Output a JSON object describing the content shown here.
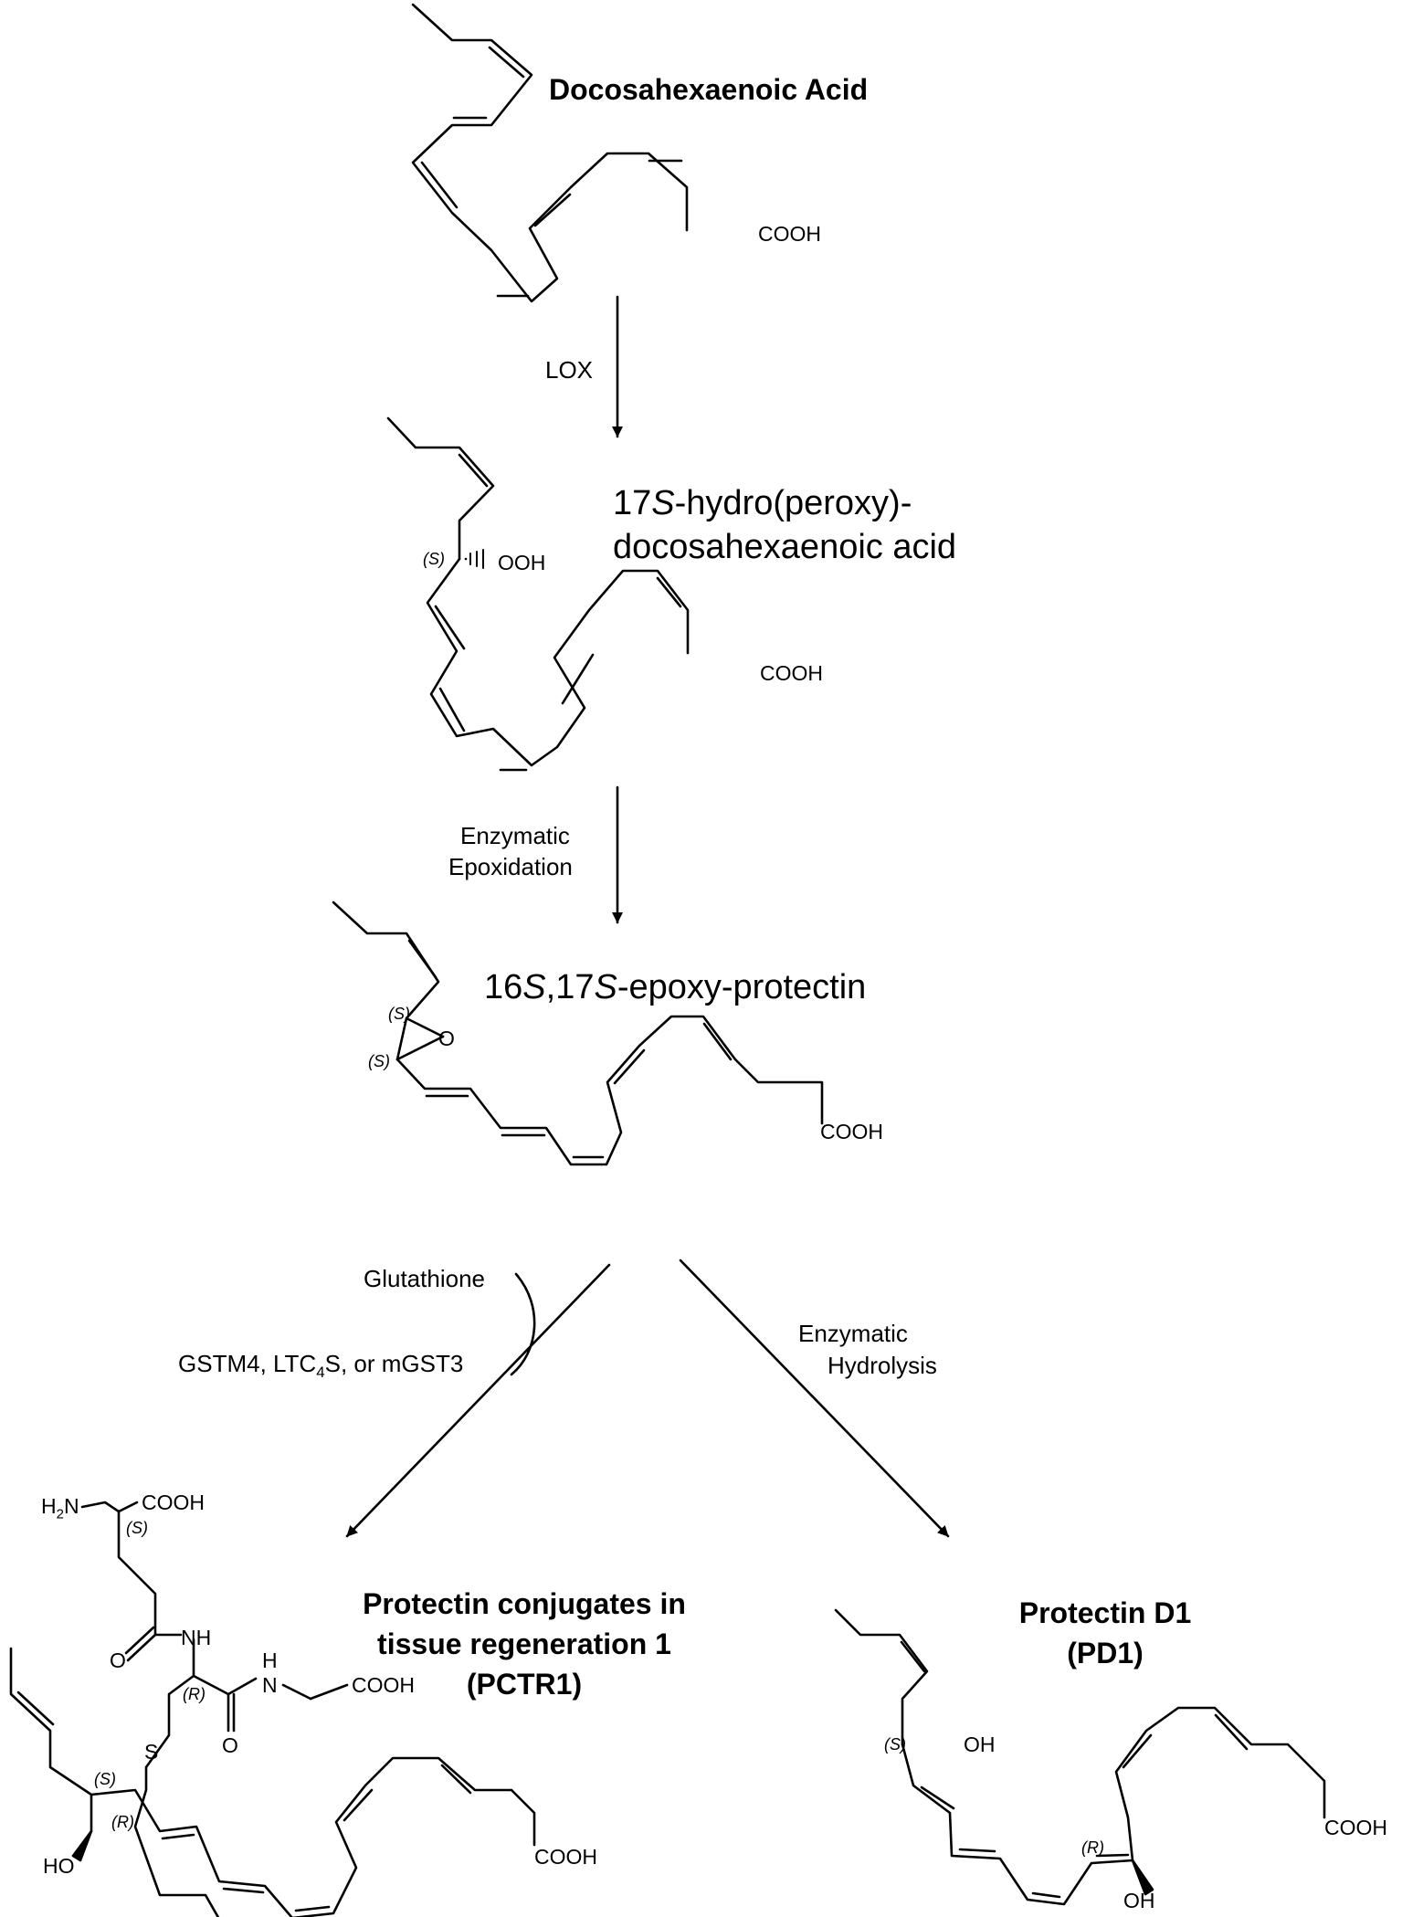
{
  "compounds": {
    "dha": {
      "title": "Docosahexaenoic Acid",
      "cooh": "COOH"
    },
    "hpdha": {
      "title_line1": "17S-hydro(peroxy)-",
      "title_line2": "docosahexaenoic acid",
      "ooh": "OOH",
      "stereo": "(S)",
      "cooh": "COOH"
    },
    "epoxy": {
      "title": "16S,17S-epoxy-protectin",
      "stereo1": "(S)",
      "stereo2": "(S)",
      "oxygen": "O",
      "cooh": "COOH"
    },
    "pctr1": {
      "title_line1": "Protectin conjugates in",
      "title_line2": "tissue regeneration 1",
      "title_line3": "(PCTR1)",
      "h2n": "H2N",
      "cooh_top": "COOH",
      "stereo_s_top": "(S)",
      "nh": "NH",
      "o1": "O",
      "h": "H",
      "n": "N",
      "cooh_gly": "COOH",
      "stereo_r_cys": "(R)",
      "o2": "O",
      "s": "S",
      "stereo_s": "(S)",
      "stereo_r": "(R)",
      "ho": "HO",
      "cooh": "COOH"
    },
    "pd1": {
      "title_line1": "Protectin D1",
      "title_line2": "(PD1)",
      "oh1": "OH",
      "stereo_s": "(S)",
      "oh2": "OH",
      "stereo_r": "(R)",
      "cooh": "COOH"
    }
  },
  "steps": {
    "lox": "LOX",
    "epox_line1": "Enzymatic",
    "epox_line2": "Epoxidation",
    "glutathione": "Glutathione",
    "enzymes": "GSTM4, LTC4S, or mGST3",
    "hydro_line1": "Enzymatic",
    "hydro_line2": "Hydrolysis"
  }
}
